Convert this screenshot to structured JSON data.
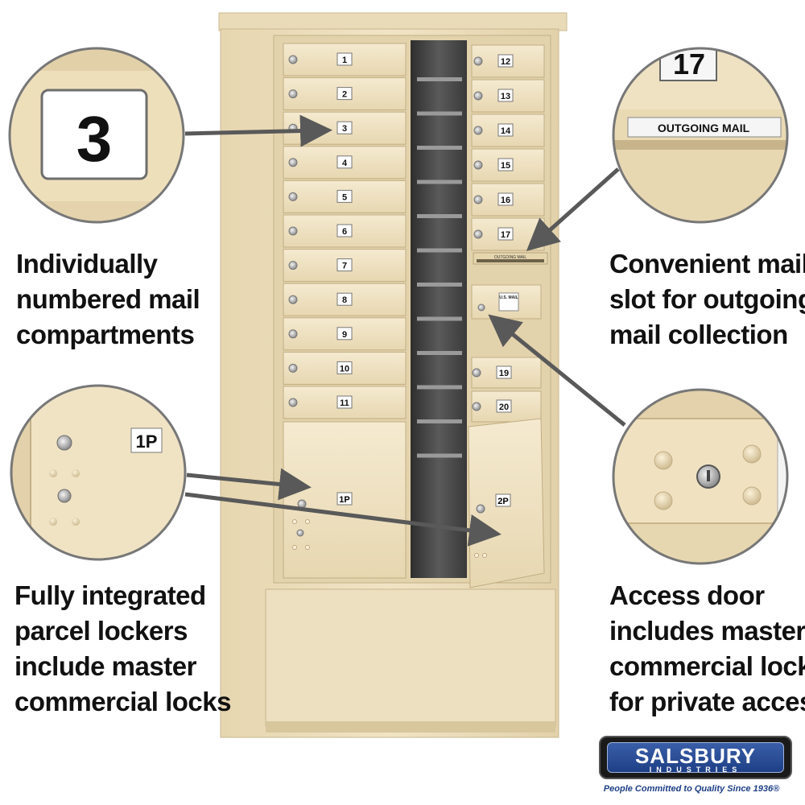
{
  "compartments_left": [
    "1",
    "2",
    "3",
    "4",
    "5",
    "6",
    "7",
    "8",
    "9",
    "10",
    "11"
  ],
  "compartments_right": [
    "12",
    "13",
    "14",
    "15",
    "16",
    "17"
  ],
  "compartments_right_lower": [
    "19",
    "20"
  ],
  "parcel_left": "1P",
  "parcel_right": "2P",
  "outgoing_label": "OUTGOING MAIL",
  "usmail_label": "U.S. MAIL",
  "zoom": {
    "number": "3",
    "outgoing_number": "17",
    "outgoing_label": "OUTGOING MAIL",
    "parcel": "1P"
  },
  "captions": {
    "top_left": [
      "Individually",
      "numbered mail",
      "compartments"
    ],
    "top_right": [
      "Convenient mail",
      "slot for outgoing",
      "mail collection"
    ],
    "bottom_left": [
      "Fully integrated",
      "parcel lockers",
      "include master",
      "commercial locks"
    ],
    "bottom_right": [
      "Access door",
      "includes master",
      "commercial lock",
      "for private access"
    ]
  },
  "brand": {
    "name": "SALSBURY",
    "sub": "INDUSTRIES",
    "tagline": "People Committed to Quality Since 1936®"
  },
  "colors": {
    "sandstone": "#efe2c2",
    "sandstone_dark": "#d9c79e",
    "arrow": "#595959",
    "brand_blue": "#1e3f86"
  }
}
